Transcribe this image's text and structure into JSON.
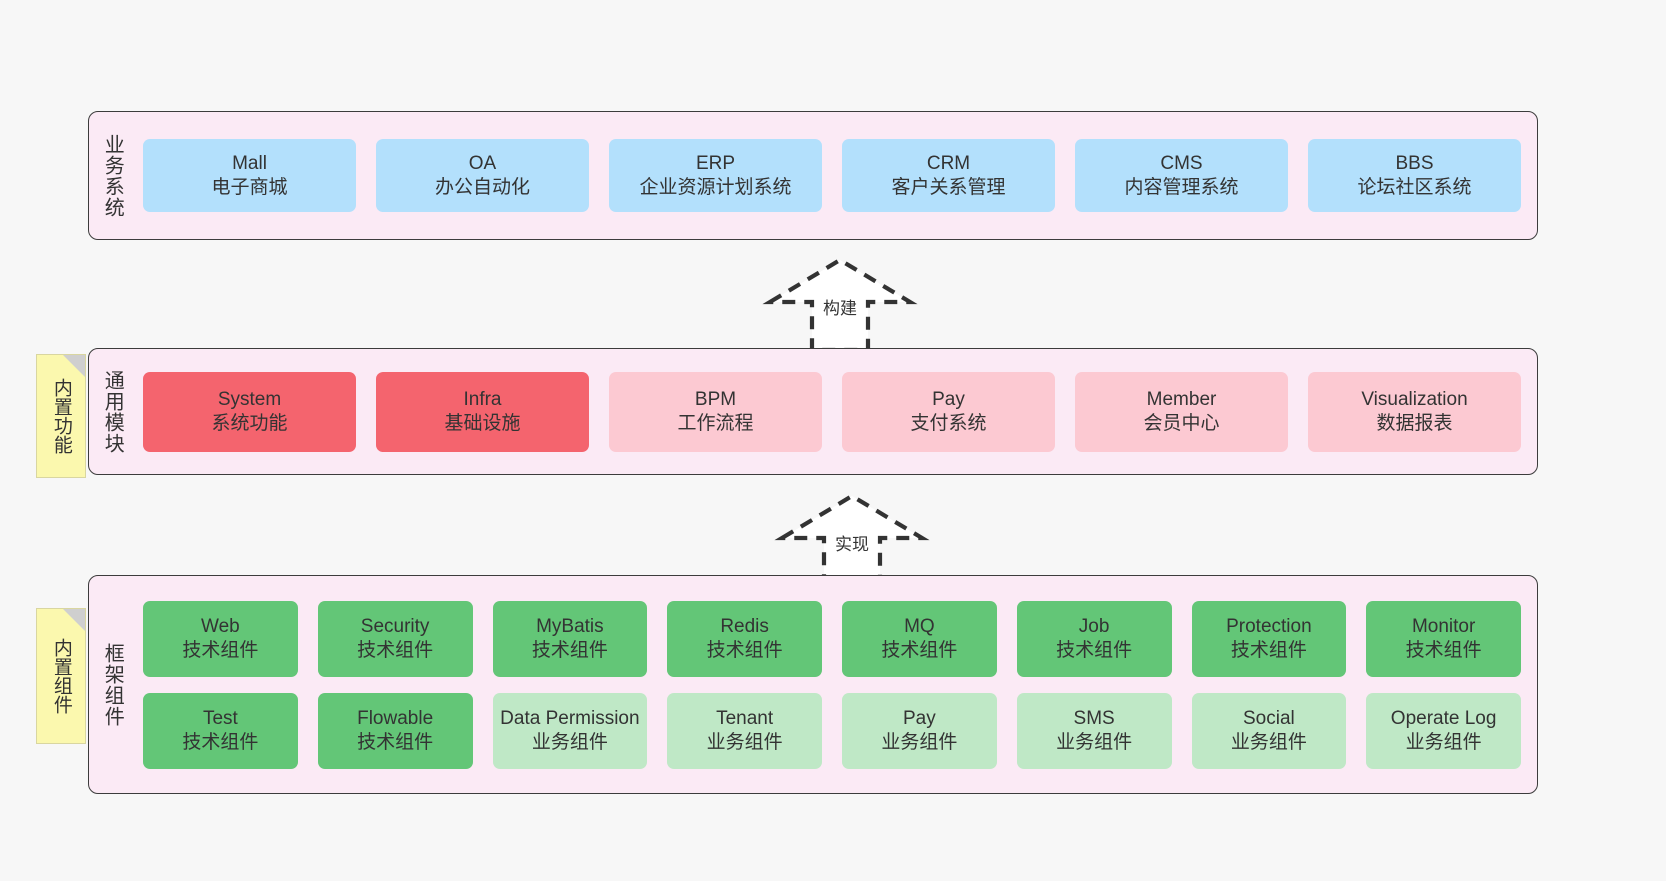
{
  "diagram": {
    "background": "#f7f7f7",
    "band_fill": "#fbeaf5",
    "band_stroke": "#3c3c3c",
    "note_fill": "#fbf8ae"
  },
  "layers": [
    {
      "id": "business",
      "title": "业务系统",
      "cards": [
        {
          "name": "Mall",
          "desc": "电子商城",
          "color": "#b3e0fc",
          "style": "c-blue"
        },
        {
          "name": "OA",
          "desc": "办公自动化",
          "color": "#b3e0fc",
          "style": "c-blue"
        },
        {
          "name": "ERP",
          "desc": "企业资源计划系统",
          "color": "#b3e0fc",
          "style": "c-blue"
        },
        {
          "name": "CRM",
          "desc": "客户关系管理",
          "color": "#b3e0fc",
          "style": "c-blue"
        },
        {
          "name": "CMS",
          "desc": "内容管理系统",
          "color": "#b3e0fc",
          "style": "c-blue"
        },
        {
          "name": "BBS",
          "desc": "论坛社区系统",
          "color": "#b3e0fc",
          "style": "c-blue"
        }
      ]
    },
    {
      "id": "modules",
      "title": "通用模块",
      "note": "内置功能",
      "cards": [
        {
          "name": "System",
          "desc": "系统功能",
          "color": "#f4646e",
          "style": "c-red-strong"
        },
        {
          "name": "Infra",
          "desc": "基础设施",
          "color": "#f4646e",
          "style": "c-red-strong"
        },
        {
          "name": "BPM",
          "desc": "工作流程",
          "color": "#fcc9d2",
          "style": "c-red-soft"
        },
        {
          "name": "Pay",
          "desc": "支付系统",
          "color": "#fcc9d2",
          "style": "c-red-soft"
        },
        {
          "name": "Member",
          "desc": "会员中心",
          "color": "#fcc9d2",
          "style": "c-red-soft"
        },
        {
          "name": "Visualization",
          "desc": "数据报表",
          "color": "#fcc9d2",
          "style": "c-red-soft"
        }
      ]
    },
    {
      "id": "framework",
      "title": "框架组件",
      "note": "内置组件",
      "row1": [
        {
          "name": "Web",
          "desc": "技术组件",
          "color": "#63c677",
          "style": "c-green-strong"
        },
        {
          "name": "Security",
          "desc": "技术组件",
          "color": "#63c677",
          "style": "c-green-strong"
        },
        {
          "name": "MyBatis",
          "desc": "技术组件",
          "color": "#63c677",
          "style": "c-green-strong"
        },
        {
          "name": "Redis",
          "desc": "技术组件",
          "color": "#63c677",
          "style": "c-green-strong"
        },
        {
          "name": "MQ",
          "desc": "技术组件",
          "color": "#63c677",
          "style": "c-green-strong"
        },
        {
          "name": "Job",
          "desc": "技术组件",
          "color": "#63c677",
          "style": "c-green-strong"
        },
        {
          "name": "Protection",
          "desc": "技术组件",
          "color": "#63c677",
          "style": "c-green-strong"
        },
        {
          "name": "Monitor",
          "desc": "技术组件",
          "color": "#63c677",
          "style": "c-green-strong"
        }
      ],
      "row2": [
        {
          "name": "Test",
          "desc": "技术组件",
          "color": "#63c677",
          "style": "c-green-strong"
        },
        {
          "name": "Flowable",
          "desc": "技术组件",
          "color": "#63c677",
          "style": "c-green-strong"
        },
        {
          "name": "Data Permission",
          "desc": "业务组件",
          "color": "#bfe8c6",
          "style": "c-green-soft"
        },
        {
          "name": "Tenant",
          "desc": "业务组件",
          "color": "#bfe8c6",
          "style": "c-green-soft"
        },
        {
          "name": "Pay",
          "desc": "业务组件",
          "color": "#bfe8c6",
          "style": "c-green-soft"
        },
        {
          "name": "SMS",
          "desc": "业务组件",
          "color": "#bfe8c6",
          "style": "c-green-soft"
        },
        {
          "name": "Social",
          "desc": "业务组件",
          "color": "#bfe8c6",
          "style": "c-green-soft"
        },
        {
          "name": "Operate Log",
          "desc": "业务组件",
          "color": "#bfe8c6",
          "style": "c-green-soft"
        }
      ]
    }
  ],
  "connectors": [
    {
      "id": "build",
      "label": "构建",
      "from": "modules",
      "to": "business"
    },
    {
      "id": "impl",
      "label": "实现",
      "from": "framework",
      "to": "modules"
    }
  ]
}
